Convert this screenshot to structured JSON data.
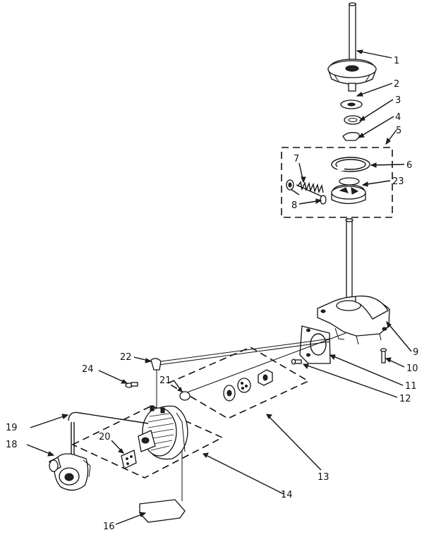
{
  "callouts": [
    {
      "id": "c1",
      "text": "1"
    },
    {
      "id": "c2",
      "text": "2"
    },
    {
      "id": "c3",
      "text": "3"
    },
    {
      "id": "c4",
      "text": "4"
    },
    {
      "id": "c5",
      "text": "5"
    },
    {
      "id": "c6",
      "text": "6"
    },
    {
      "id": "c7",
      "text": "7"
    },
    {
      "id": "c8",
      "text": "8"
    },
    {
      "id": "c23",
      "text": "23"
    },
    {
      "id": "c9",
      "text": "9"
    },
    {
      "id": "c10",
      "text": "10"
    },
    {
      "id": "c11",
      "text": "11"
    },
    {
      "id": "c12",
      "text": "12"
    },
    {
      "id": "c13",
      "text": "13"
    },
    {
      "id": "c14",
      "text": "14"
    },
    {
      "id": "c16",
      "text": "16"
    },
    {
      "id": "c18",
      "text": "18"
    },
    {
      "id": "c19",
      "text": "19"
    },
    {
      "id": "c20",
      "text": "20"
    },
    {
      "id": "c21",
      "text": "21"
    },
    {
      "id": "c22",
      "text": "22"
    },
    {
      "id": "c24",
      "text": "24"
    }
  ]
}
